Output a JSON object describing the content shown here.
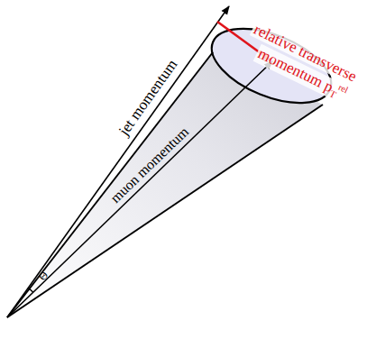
{
  "diagram": {
    "labels": [
      "jet momentum",
      "muon momentum",
      "Θ",
      "relative transverse",
      "momentum p",
      "T",
      "rel"
    ]
  }
}
